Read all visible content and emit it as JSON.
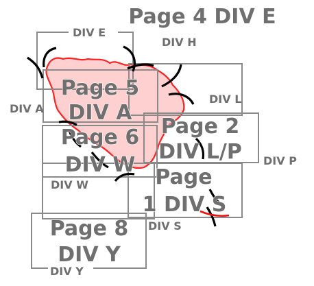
{
  "map_title": "Page 4 DIV E",
  "pages": [
    {
      "id": "page-5",
      "line1": "Page 5",
      "line2": "DIV A"
    },
    {
      "id": "page-6",
      "line1": "Page 6",
      "line2": "DIV W"
    },
    {
      "id": "page-2",
      "line1": "Page 2",
      "line2": "DIV L/P"
    },
    {
      "id": "page-1",
      "line1": "Page",
      "line2": "1 DIV S"
    },
    {
      "id": "page-8",
      "line1": "Page 8",
      "line2": "DIV Y"
    }
  ],
  "division_labels": {
    "div_e": "DIV E",
    "div_h": "DIV H",
    "div_a": "DIV A",
    "div_l": "DIV L",
    "div_p": "DIV P",
    "div_w": "DIV W",
    "div_s": "DIV S",
    "div_y": "DIV Y"
  },
  "colors": {
    "area_fill": "#ffd0d0",
    "area_outline": "#ff2222",
    "page_box": "#8a8a8a",
    "label_text": "#6f6f6f",
    "corner_marks": "#000000"
  }
}
